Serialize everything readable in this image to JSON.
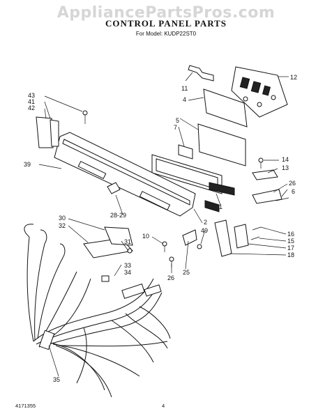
{
  "watermark": "AppliancePartsPros.com",
  "title": "CONTROL PANEL PARTS",
  "model": "For Model: KUDP22ST0",
  "footer_code": "4171355",
  "page_number": "4",
  "labels": {
    "l1": "1",
    "l2": "2",
    "l4": "4",
    "l5": "5",
    "l6": "6",
    "l7": "7",
    "l10": "10",
    "l11": "11",
    "l12": "12",
    "l13": "13",
    "l14": "14",
    "l15": "15",
    "l16": "16",
    "l17": "17",
    "l18": "18",
    "l25": "25",
    "l26a": "26",
    "l26b": "26",
    "l2829": "28-29",
    "l30": "30",
    "l31": "31",
    "l32": "32",
    "l33": "33",
    "l34": "34",
    "l35": "35",
    "l39": "39",
    "l41": "41",
    "l42": "42",
    "l43": "43",
    "l49": "49"
  }
}
